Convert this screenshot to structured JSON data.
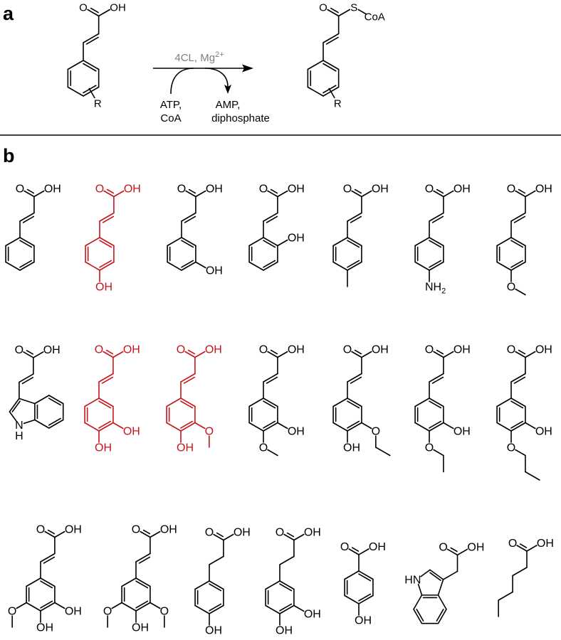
{
  "colors": {
    "highlight": "#c4161c",
    "default": "#000000",
    "reagent": "#808080"
  },
  "panel_a": {
    "label": "a",
    "reactant": {
      "labels": [
        "O",
        "OH",
        "R"
      ]
    },
    "product": {
      "labels": [
        "O",
        "S",
        "CoA",
        "R"
      ]
    },
    "enzyme": "4CL, Mg",
    "enzyme_sup": "2+",
    "cosubstrates": [
      "ATP,",
      "CoA"
    ],
    "coproducts": [
      "AMP,",
      "diphosphate"
    ]
  },
  "panel_b": {
    "label": "b",
    "compounds": [
      {
        "highlight": false,
        "labels": [
          "O",
          "OH"
        ]
      },
      {
        "highlight": true,
        "labels": [
          "O",
          "OH",
          "OH"
        ]
      },
      {
        "highlight": false,
        "labels": [
          "O",
          "OH",
          "OH"
        ]
      },
      {
        "highlight": false,
        "labels": [
          "O",
          "OH",
          "OH"
        ]
      },
      {
        "highlight": false,
        "labels": [
          "O",
          "OH"
        ]
      },
      {
        "highlight": false,
        "labels": [
          "O",
          "OH",
          [
            "NH",
            "2"
          ]
        ]
      },
      {
        "highlight": false,
        "labels": [
          "O",
          "OH",
          "O"
        ]
      },
      {
        "highlight": false,
        "labels": [
          "O",
          "OH",
          "N",
          "H"
        ]
      },
      {
        "highlight": true,
        "labels": [
          "O",
          "OH",
          "OH",
          "OH"
        ]
      },
      {
        "highlight": true,
        "labels": [
          "O",
          "OH",
          "O",
          "OH"
        ]
      },
      {
        "highlight": false,
        "labels": [
          "O",
          "OH",
          "OH",
          "O"
        ]
      },
      {
        "highlight": false,
        "labels": [
          "O",
          "OH",
          "O",
          "OH"
        ]
      },
      {
        "highlight": false,
        "labels": [
          "O",
          "OH",
          "OH",
          "O"
        ]
      },
      {
        "highlight": false,
        "labels": [
          "O",
          "OH",
          "OH",
          "O"
        ]
      },
      {
        "highlight": false,
        "labels": [
          "O",
          "OH",
          "O",
          "OH",
          "OH"
        ]
      },
      {
        "highlight": false,
        "labels": [
          "O",
          "OH",
          "O",
          "OH",
          "O"
        ]
      },
      {
        "highlight": false,
        "labels": [
          "O",
          "OH",
          "OH"
        ]
      },
      {
        "highlight": false,
        "labels": [
          "O",
          "OH",
          "OH",
          "OH"
        ]
      },
      {
        "highlight": false,
        "labels": [
          "O",
          "OH",
          "OH"
        ]
      },
      {
        "highlight": false,
        "labels": [
          "O",
          "OH",
          "HN"
        ]
      },
      {
        "highlight": false,
        "labels": [
          "O",
          "OH"
        ]
      }
    ]
  }
}
